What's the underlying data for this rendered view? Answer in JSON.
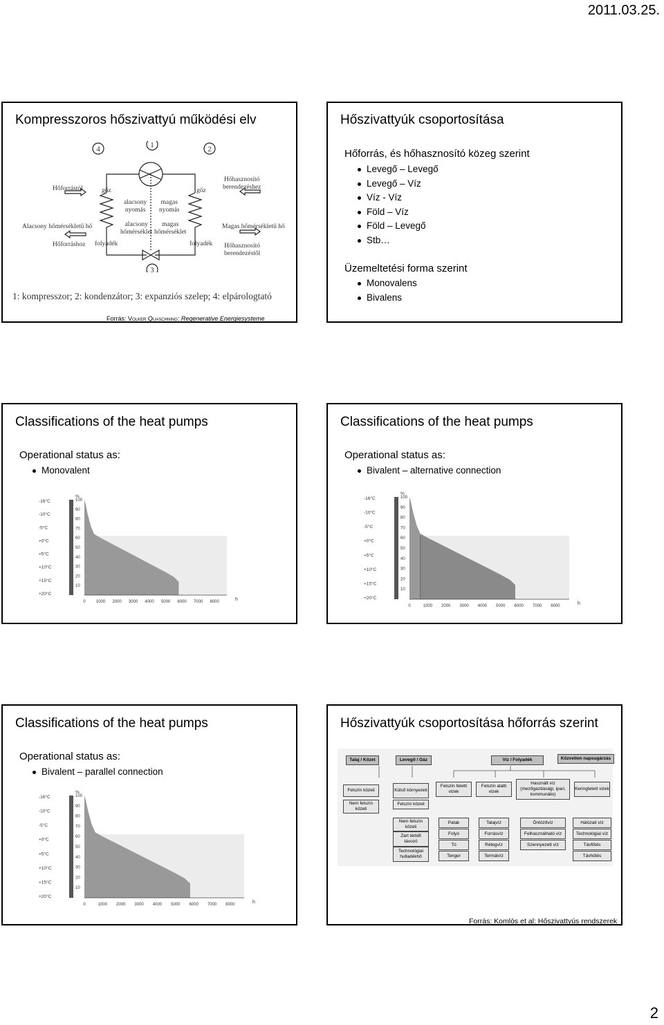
{
  "date": "2011.03.25.",
  "page_number": "2",
  "slide1": {
    "title": "Kompresszoros hőszivattyú működési elv",
    "diagram": {
      "n1": "1",
      "n2": "2",
      "n3": "3",
      "n4": "4",
      "hoforrastol": "Hőforrástól",
      "alacsony_hom_ho": "Alacsony hőmérsékletű hő",
      "hoforrashoz": "Hőforráshoz",
      "goz_left": "gőz",
      "folyadek_left": "folyadék",
      "alacsony_nyomas": "alacsony\nnyomás",
      "alacsony_homerseklet": "alacsony\nhőmérséklet",
      "magas_nyomas": "magas\nnyomás",
      "magas_homerseklet": "magas\nhőmérséklet",
      "goz_right": "gőz",
      "folyadek_right": "folyadék",
      "hohasznosito_hez": "Hőhasznosító\nberendezéshez",
      "magas_hom_ho": "Magas hőmérsékletű hő",
      "hohasznosito_tol": "Hőhasznosító\nberendezéstől"
    },
    "legend": "1: kompresszor; 2: kondenzátor; 3: expanziós szelep; 4: elpárologtató",
    "source_prefix": "Forrás: ",
    "source_author": "Volker Quaschning",
    "source_sep": ": ",
    "source_work": "Regenerative Energiesysteme"
  },
  "slide2": {
    "title": "Hőszivattyúk csoportosítása",
    "heading1": "Hőforrás, és hőhasznosító közeg szerint",
    "items1": [
      "Levegő – Levegő",
      "Levegő – Víz",
      "Víz - Víz",
      "Föld – Víz",
      "Föld – Levegő",
      "Stb…"
    ],
    "heading2": "Üzemeltetési forma szerint",
    "items2": [
      "Monovalens",
      "Bivalens"
    ]
  },
  "slide3": {
    "title": "Classifications of the heat pumps",
    "heading": "Operational status as:",
    "bullet": "Monovalent"
  },
  "slide4": {
    "title": "Classifications of the heat pumps",
    "heading": "Operational status as:",
    "bullet": "Bivalent – alternative connection"
  },
  "slide5": {
    "title": "Classifications of the heat pumps",
    "heading": "Operational status as:",
    "bullet": "Bivalent – parallel connection"
  },
  "slide6": {
    "title": "Hőszivattyúk csoportosítása hőforrás szerint",
    "source": "Forrás: Komlós et al: Hőszivattyús rendszerek",
    "table": {
      "headers": [
        "Talaj / Közet",
        "Levegő / Gáz",
        "Víz / Folyadék",
        "Közvetlen napsugárzás"
      ],
      "talaj": [
        "Felszín közeli",
        "Nem felszín közeli"
      ],
      "levego_top": [
        "Külső környezeti",
        "Felszín közeli"
      ],
      "levego_bottom": [
        "Nem felszín közeli",
        "Zárt térből távozó",
        "Technológiai hulladékhő"
      ],
      "viz_cols": [
        "Felszín feletti vizek",
        "Felszín alatti vizek",
        "Használt víz (mezőgazdasági, ipari, kommunális)",
        "Keringtetett vizek"
      ],
      "viz_col1": [
        "Patak",
        "Folyó",
        "Tó",
        "Tenger"
      ],
      "viz_col2": [
        "Talajvíz",
        "Forrásvíz",
        "Rétegvíz",
        "Termálvíz"
      ],
      "viz_col3": [
        "Öntözővíz",
        "Felhasználható víz",
        "Szennyezett víz"
      ],
      "viz_col4": [
        "Hálózati víz",
        "Technológiai víz",
        "Távfűtés",
        "Távhűtés"
      ]
    }
  },
  "charts": {
    "chart_data": [
      {
        "type": "area",
        "title": "",
        "xlabel": "h",
        "ylabel": "%",
        "x_ticks": [
          0,
          1000,
          2000,
          3000,
          4000,
          5000,
          6000,
          7000,
          8000
        ],
        "y_ticks": [
          10,
          20,
          30,
          40,
          50,
          60,
          70,
          80,
          90,
          100
        ],
        "temp_labels": [
          "-16°C",
          "-10°C",
          "-5°C",
          "+0°C",
          "+5°C",
          "+10°C",
          "+15°C",
          "+20°C"
        ],
        "xlim": [
          0,
          8760
        ],
        "ylim": [
          0,
          100
        ],
        "series": [
          {
            "x": [
              0,
              80,
              200,
              400,
              600,
              1000,
              2000,
              3000,
              4000,
              5000,
              5500,
              5800
            ],
            "y": [
              100,
              95,
              85,
              72,
              64,
              60,
              51,
              42,
              33,
              24,
              19,
              14
            ]
          }
        ],
        "covered_by_heat_pump": [
          {
            "x0": 0,
            "x1": 5800
          }
        ]
      },
      {
        "type": "area",
        "title": "",
        "xlabel": "h",
        "ylabel": "%",
        "x_ticks": [
          0,
          1000,
          2000,
          3000,
          4000,
          5000,
          6000,
          7000,
          8000
        ],
        "y_ticks": [
          10,
          20,
          30,
          40,
          50,
          60,
          70,
          80,
          90,
          100
        ],
        "temp_labels": [
          "-16°C",
          "-10°C",
          "-5°C",
          "+0°C",
          "+5°C",
          "+10°C",
          "+15°C",
          "+20°C"
        ],
        "xlim": [
          0,
          8760
        ],
        "ylim": [
          0,
          100
        ],
        "series": [
          {
            "x": [
              0,
              80,
              200,
              400,
              600,
              1000,
              2000,
              3000,
              4000,
              5000,
              5500,
              5800
            ],
            "y": [
              100,
              95,
              85,
              72,
              64,
              60,
              51,
              42,
              33,
              24,
              19,
              14
            ]
          }
        ],
        "covered_by_heat_pump": [
          {
            "x0": 600,
            "x1": 5800
          }
        ]
      },
      {
        "type": "area",
        "title": "",
        "xlabel": "h",
        "ylabel": "%",
        "x_ticks": [
          0,
          1000,
          2000,
          3000,
          4000,
          5000,
          6000,
          7000,
          8000
        ],
        "y_ticks": [
          10,
          20,
          30,
          40,
          50,
          60,
          70,
          80,
          90,
          100
        ],
        "temp_labels": [
          "-16°C",
          "-10°C",
          "-5°C",
          "+0°C",
          "+5°C",
          "+10°C",
          "+15°C",
          "+20°C"
        ],
        "xlim": [
          0,
          8760
        ],
        "ylim": [
          0,
          100
        ],
        "series": [
          {
            "x": [
              0,
              80,
              200,
              400,
              600,
              1000,
              2000,
              3000,
              4000,
              5000,
              5500,
              5800
            ],
            "y": [
              100,
              95,
              85,
              72,
              64,
              60,
              51,
              42,
              33,
              24,
              19,
              14
            ]
          }
        ],
        "covered_by_heat_pump": [
          {
            "x0": 0,
            "x1": 5800
          }
        ]
      }
    ]
  }
}
